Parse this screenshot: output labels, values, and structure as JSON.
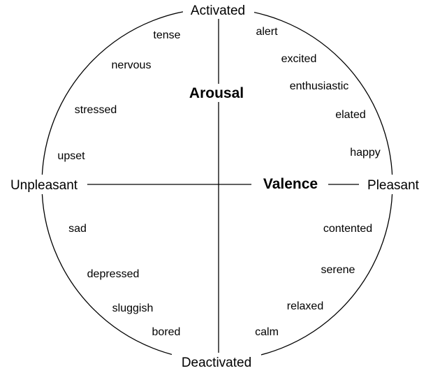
{
  "poles": {
    "top": "Activated",
    "bottom": "Deactivated",
    "left": "Unpleasant",
    "right": "Pleasant"
  },
  "axes": {
    "vertical": "Arousal",
    "horizontal": "Valence"
  },
  "emotions": {
    "tense": "tense",
    "nervous": "nervous",
    "stressed": "stressed",
    "upset": "upset",
    "alert": "alert",
    "excited": "excited",
    "enthusiastic": "enthusiastic",
    "elated": "elated",
    "happy": "happy",
    "sad": "sad",
    "depressed": "depressed",
    "sluggish": "sluggish",
    "bored": "bored",
    "contented": "contented",
    "serene": "serene",
    "relaxed": "relaxed",
    "calm": "calm"
  }
}
